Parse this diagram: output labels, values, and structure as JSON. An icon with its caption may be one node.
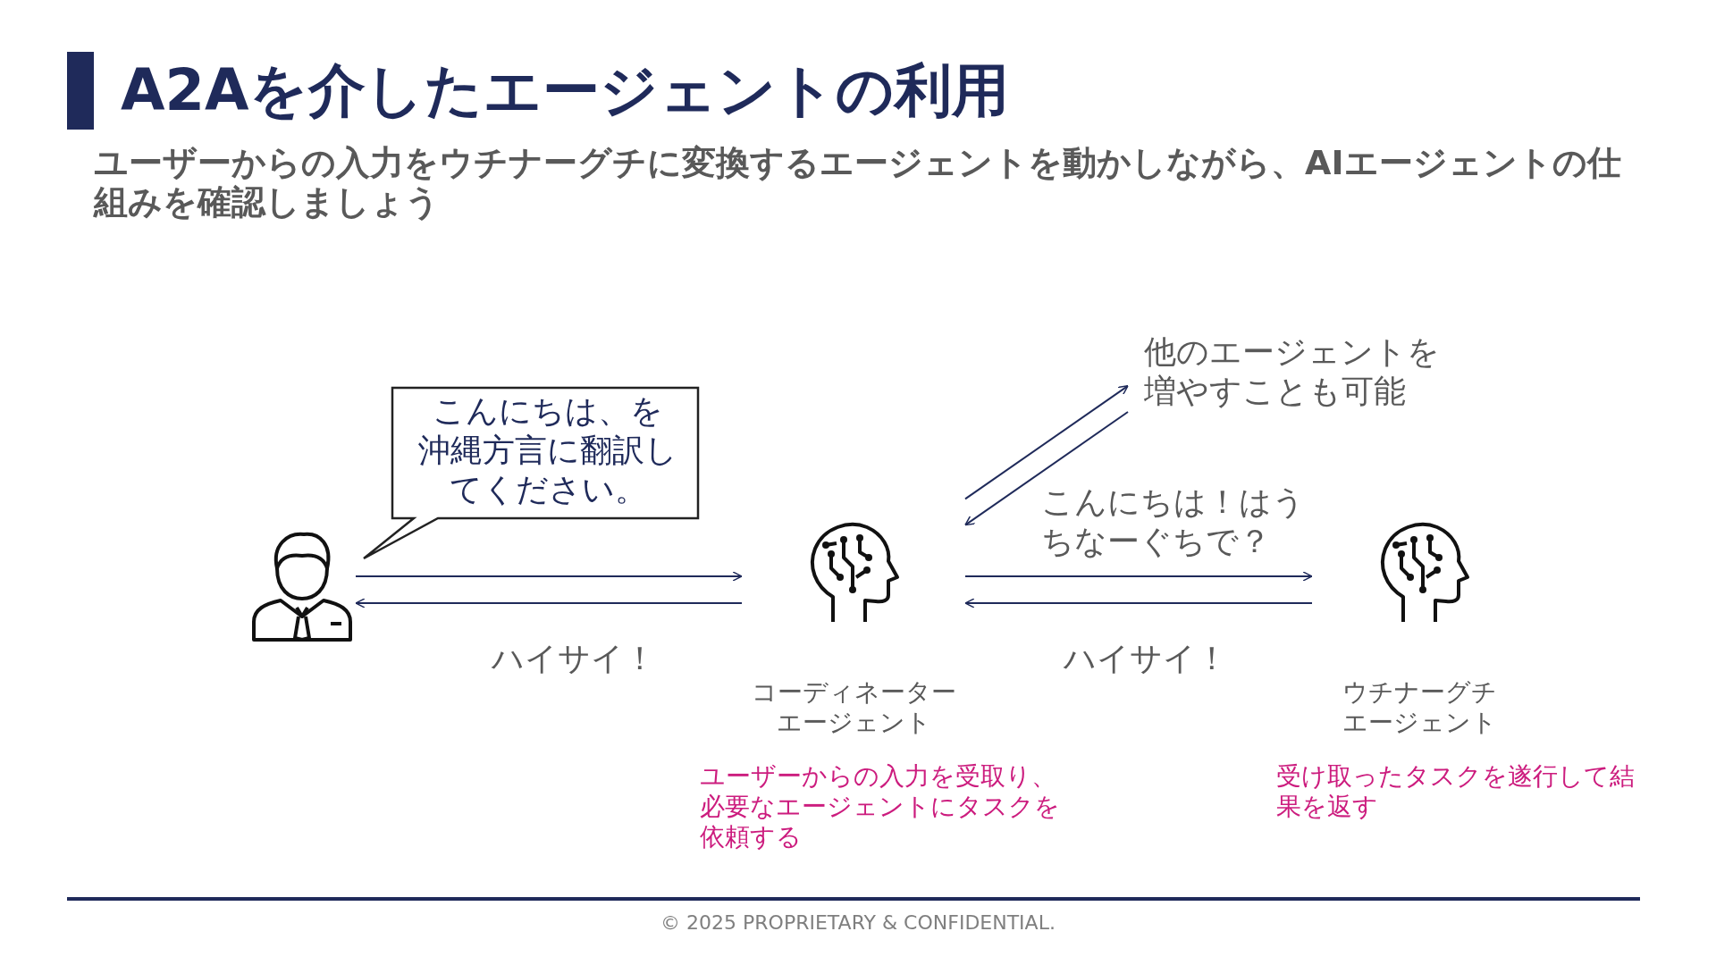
{
  "diagram": {
    "title": "A2Aを介したエージェントの利用",
    "nodes": [
      {
        "text": [],
        "shape": "person"
      },
      {
        "text": [
          "こんにちは、を沖縄方言に翻訳してください。"
        ]
      },
      {
        "text": [
          "コーディネーターエージェント"
        ],
        "beside": [
          "ユーザーからの入力を受取り、必要なエージェントにタスクを依頼する"
        ]
      },
      {
        "text": [
          "他のエージェントを増やすことも可能"
        ]
      },
      {
        "text": [
          "ウチナーグチエージェント"
        ],
        "beside": [
          "受け取ったタスクを遂行して結果を返す"
        ]
      }
    ],
    "edges": [
      {
        "from": 0,
        "to": 2,
        "arrow": "to"
      },
      {
        "from": 2,
        "to": 0,
        "arrow": "to",
        "label": "ハイサイ！"
      },
      {
        "from": 2,
        "to": 3,
        "arrow": "to"
      },
      {
        "from": 3,
        "to": 2,
        "arrow": "to"
      },
      {
        "from": 2,
        "to": 4,
        "arrow": "to",
        "label": "こんにちは！はうちなーぐちで？"
      },
      {
        "from": 4,
        "to": 2,
        "arrow": "to",
        "label": "ハイサイ！"
      }
    ],
    "labels": [
      "ユーザーからの入力をウチナーグチに変換するエージェントを動かしながら、AIエージェントの仕組みを確認しましょう",
      "© 2025 PROPRIETARY & CONFIDENTIAL."
    ]
  }
}
